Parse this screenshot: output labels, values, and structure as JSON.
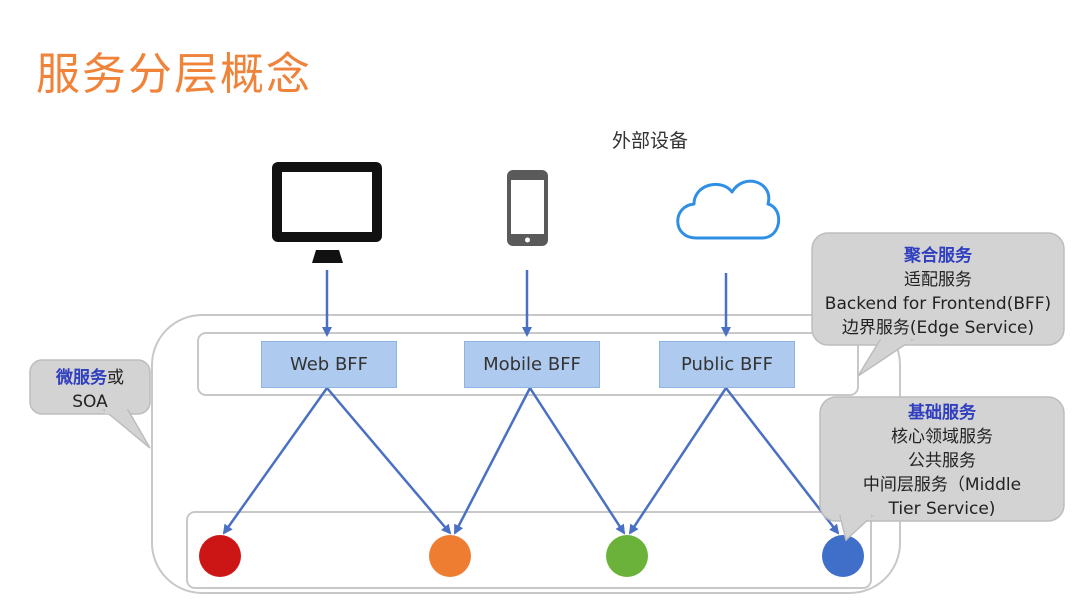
{
  "title": "服务分层概念",
  "external_devices_label": "外部设备",
  "devices": [
    {
      "icon": "monitor-icon"
    },
    {
      "icon": "mobile-phone-icon"
    },
    {
      "icon": "cloud-icon"
    }
  ],
  "bff_boxes": [
    "Web BFF",
    "Mobile BFF",
    "Public BFF"
  ],
  "service_nodes": [
    {
      "color": "#cc1616"
    },
    {
      "color": "#ee7d31"
    },
    {
      "color": "#6ab23a"
    },
    {
      "color": "#3f6fc9"
    }
  ],
  "colors": {
    "title": "#f0833a",
    "arrow": "#4a70c4",
    "bff_fill": "#aecbef",
    "callout_fill": "#d3d3d3",
    "highlight_text": "#2f3fbf"
  },
  "callouts": {
    "aggregation": {
      "heading": "聚合服务",
      "lines": [
        "适配服务",
        "Backend for Frontend(BFF)",
        "边界服务(Edge Service)"
      ]
    },
    "base": {
      "heading": "基础服务",
      "lines": [
        "核心领域服务",
        "公共服务",
        "中间层服务（Middle",
        "Tier Service)"
      ]
    },
    "microservice": {
      "heading": "微服务",
      "heading_suffix": "或",
      "line": "SOA"
    }
  }
}
